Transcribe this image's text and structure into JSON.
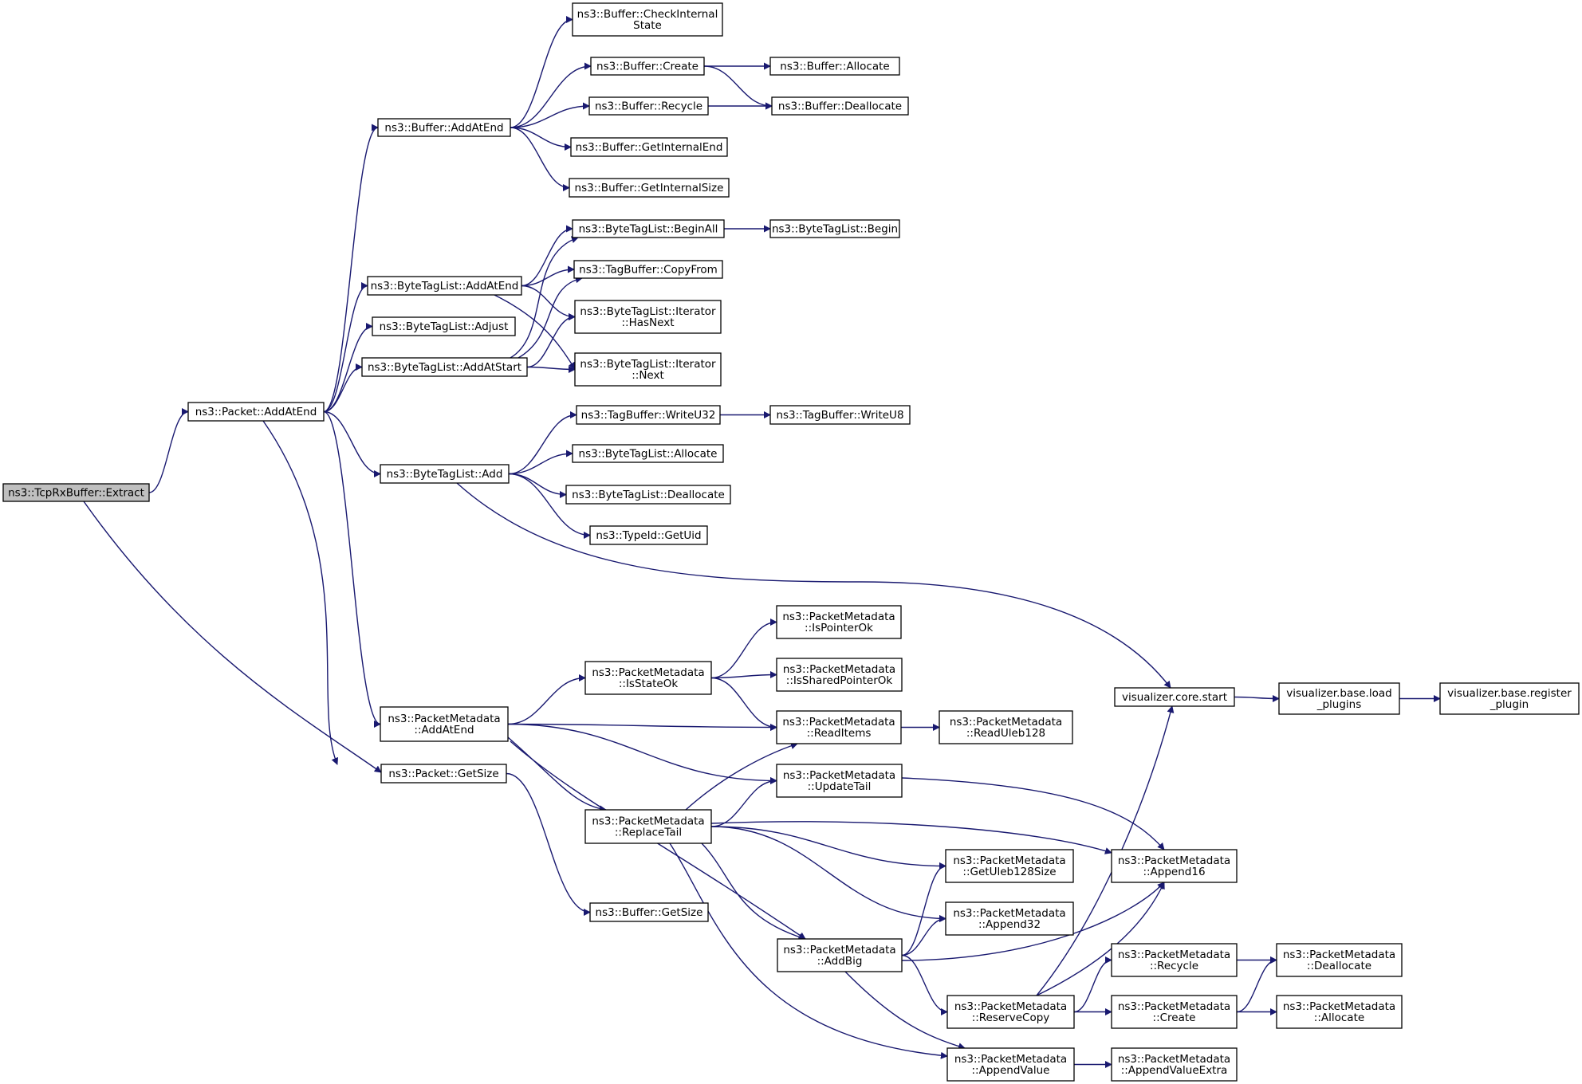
{
  "nodes": [
    {
      "id": "tcprx_extract",
      "lines": [
        "ns3::TcpRxBuffer::Extract"
      ],
      "root": true
    },
    {
      "id": "packet_addatend",
      "lines": [
        "ns3::Packet::AddAtEnd"
      ]
    },
    {
      "id": "packet_getsize",
      "lines": [
        "ns3::Packet::GetSize"
      ]
    },
    {
      "id": "buffer_addatend",
      "lines": [
        "ns3::Buffer::AddAtEnd"
      ]
    },
    {
      "id": "buffer_checkinternalstate",
      "lines": [
        "ns3::Buffer::CheckInternal",
        "State"
      ]
    },
    {
      "id": "buffer_create",
      "lines": [
        "ns3::Buffer::Create"
      ]
    },
    {
      "id": "buffer_allocate",
      "lines": [
        "ns3::Buffer::Allocate"
      ]
    },
    {
      "id": "buffer_recycle",
      "lines": [
        "ns3::Buffer::Recycle"
      ]
    },
    {
      "id": "buffer_deallocate",
      "lines": [
        "ns3::Buffer::Deallocate"
      ]
    },
    {
      "id": "buffer_getinternalend",
      "lines": [
        "ns3::Buffer::GetInternalEnd"
      ]
    },
    {
      "id": "buffer_getinternalsize",
      "lines": [
        "ns3::Buffer::GetInternalSize"
      ]
    },
    {
      "id": "btl_addatend",
      "lines": [
        "ns3::ByteTagList::AddAtEnd"
      ]
    },
    {
      "id": "btl_adjust",
      "lines": [
        "ns3::ByteTagList::Adjust"
      ]
    },
    {
      "id": "btl_addatstart",
      "lines": [
        "ns3::ByteTagList::AddAtStart"
      ]
    },
    {
      "id": "btl_beginall",
      "lines": [
        "ns3::ByteTagList::BeginAll"
      ]
    },
    {
      "id": "btl_begin",
      "lines": [
        "ns3::ByteTagList::Begin"
      ]
    },
    {
      "id": "tagbuffer_copyfrom",
      "lines": [
        "ns3::TagBuffer::CopyFrom"
      ]
    },
    {
      "id": "btl_iter_hasnext",
      "lines": [
        "ns3::ByteTagList::Iterator",
        "::HasNext"
      ]
    },
    {
      "id": "btl_iter_next",
      "lines": [
        "ns3::ByteTagList::Iterator",
        "::Next"
      ]
    },
    {
      "id": "btl_add",
      "lines": [
        "ns3::ByteTagList::Add"
      ]
    },
    {
      "id": "tagbuffer_writeu32",
      "lines": [
        "ns3::TagBuffer::WriteU32"
      ]
    },
    {
      "id": "tagbuffer_writeu8",
      "lines": [
        "ns3::TagBuffer::WriteU8"
      ]
    },
    {
      "id": "btl_allocate",
      "lines": [
        "ns3::ByteTagList::Allocate"
      ]
    },
    {
      "id": "btl_deallocate",
      "lines": [
        "ns3::ByteTagList::Deallocate"
      ]
    },
    {
      "id": "typeid_getuid",
      "lines": [
        "ns3::TypeId::GetUid"
      ]
    },
    {
      "id": "pm_addatend",
      "lines": [
        "ns3::PacketMetadata",
        "::AddAtEnd"
      ]
    },
    {
      "id": "pm_ispointerok",
      "lines": [
        "ns3::PacketMetadata",
        "::IsPointerOk"
      ]
    },
    {
      "id": "pm_isstateok",
      "lines": [
        "ns3::PacketMetadata",
        "::IsStateOk"
      ]
    },
    {
      "id": "pm_issharedpointerok",
      "lines": [
        "ns3::PacketMetadata",
        "::IsSharedPointerOk"
      ]
    },
    {
      "id": "pm_readitems",
      "lines": [
        "ns3::PacketMetadata",
        "::ReadItems"
      ]
    },
    {
      "id": "pm_readuleb128",
      "lines": [
        "ns3::PacketMetadata",
        "::ReadUleb128"
      ]
    },
    {
      "id": "pm_updatetail",
      "lines": [
        "ns3::PacketMetadata",
        "::UpdateTail"
      ]
    },
    {
      "id": "pm_replacetail",
      "lines": [
        "ns3::PacketMetadata",
        "::ReplaceTail"
      ]
    },
    {
      "id": "buffer_getsize",
      "lines": [
        "ns3::Buffer::GetSize"
      ]
    },
    {
      "id": "pm_getuleb128size",
      "lines": [
        "ns3::PacketMetadata",
        "::GetUleb128Size"
      ]
    },
    {
      "id": "pm_append16",
      "lines": [
        "ns3::PacketMetadata",
        "::Append16"
      ]
    },
    {
      "id": "pm_append32",
      "lines": [
        "ns3::PacketMetadata",
        "::Append32"
      ]
    },
    {
      "id": "pm_addbig",
      "lines": [
        "ns3::PacketMetadata",
        "::AddBig"
      ]
    },
    {
      "id": "pm_recycle",
      "lines": [
        "ns3::PacketMetadata",
        "::Recycle"
      ]
    },
    {
      "id": "pm_deallocate",
      "lines": [
        "ns3::PacketMetadata",
        "::Deallocate"
      ]
    },
    {
      "id": "pm_reservecopy",
      "lines": [
        "ns3::PacketMetadata",
        "::ReserveCopy"
      ]
    },
    {
      "id": "pm_create",
      "lines": [
        "ns3::PacketMetadata",
        "::Create"
      ]
    },
    {
      "id": "pm_allocate",
      "lines": [
        "ns3::PacketMetadata",
        "::Allocate"
      ]
    },
    {
      "id": "pm_appendvalue",
      "lines": [
        "ns3::PacketMetadata",
        "::AppendValue"
      ]
    },
    {
      "id": "pm_appendvalueextra",
      "lines": [
        "ns3::PacketMetadata",
        "::AppendValueExtra"
      ]
    },
    {
      "id": "vis_core_start",
      "lines": [
        "visualizer.core.start"
      ]
    },
    {
      "id": "vis_base_load_plugins",
      "lines": [
        "visualizer.base.load",
        "_plugins"
      ]
    },
    {
      "id": "vis_base_register_plugin",
      "lines": [
        "visualizer.base.register",
        "_plugin"
      ]
    }
  ],
  "edges": [
    [
      "tcprx_extract",
      "packet_addatend"
    ],
    [
      "tcprx_extract",
      "packet_getsize"
    ],
    [
      "packet_addatend",
      "buffer_addatend"
    ],
    [
      "packet_addatend",
      "btl_addatend"
    ],
    [
      "packet_addatend",
      "btl_adjust"
    ],
    [
      "packet_addatend",
      "btl_addatstart"
    ],
    [
      "packet_addatend",
      "btl_add"
    ],
    [
      "packet_addatend",
      "pm_addatend"
    ],
    [
      "packet_addatend",
      "packet_getsize"
    ],
    [
      "buffer_addatend",
      "buffer_checkinternalstate"
    ],
    [
      "buffer_addatend",
      "buffer_create"
    ],
    [
      "buffer_addatend",
      "buffer_recycle"
    ],
    [
      "buffer_addatend",
      "buffer_getinternalend"
    ],
    [
      "buffer_addatend",
      "buffer_getinternalsize"
    ],
    [
      "buffer_create",
      "buffer_allocate"
    ],
    [
      "buffer_create",
      "buffer_deallocate"
    ],
    [
      "buffer_recycle",
      "buffer_deallocate"
    ],
    [
      "btl_addatend",
      "btl_beginall"
    ],
    [
      "btl_addatend",
      "tagbuffer_copyfrom"
    ],
    [
      "btl_addatend",
      "btl_iter_hasnext"
    ],
    [
      "btl_addatend",
      "btl_iter_next"
    ],
    [
      "btl_addatstart",
      "btl_beginall"
    ],
    [
      "btl_addatstart",
      "tagbuffer_copyfrom"
    ],
    [
      "btl_addatstart",
      "btl_iter_hasnext"
    ],
    [
      "btl_addatstart",
      "btl_iter_next"
    ],
    [
      "btl_beginall",
      "btl_begin"
    ],
    [
      "btl_add",
      "tagbuffer_writeu32"
    ],
    [
      "btl_add",
      "btl_allocate"
    ],
    [
      "btl_add",
      "btl_deallocate"
    ],
    [
      "btl_add",
      "typeid_getuid"
    ],
    [
      "btl_add",
      "vis_core_start"
    ],
    [
      "tagbuffer_writeu32",
      "tagbuffer_writeu8"
    ],
    [
      "packet_getsize",
      "buffer_getsize"
    ],
    [
      "pm_addatend",
      "pm_isstateok"
    ],
    [
      "pm_addatend",
      "pm_readitems"
    ],
    [
      "pm_addatend",
      "pm_updatetail"
    ],
    [
      "pm_addatend",
      "pm_replacetail"
    ],
    [
      "pm_addatend",
      "pm_addbig"
    ],
    [
      "pm_isstateok",
      "pm_ispointerok"
    ],
    [
      "pm_isstateok",
      "pm_issharedpointerok"
    ],
    [
      "pm_isstateok",
      "pm_readitems"
    ],
    [
      "pm_readitems",
      "pm_readuleb128"
    ],
    [
      "pm_updatetail",
      "pm_append16"
    ],
    [
      "pm_replacetail",
      "pm_readitems"
    ],
    [
      "pm_replacetail",
      "pm_updatetail"
    ],
    [
      "pm_replacetail",
      "pm_append16"
    ],
    [
      "pm_replacetail",
      "pm_getuleb128size"
    ],
    [
      "pm_replacetail",
      "pm_append32"
    ],
    [
      "pm_replacetail",
      "pm_addbig"
    ],
    [
      "pm_replacetail",
      "pm_appendvalue"
    ],
    [
      "pm_addbig",
      "pm_getuleb128size"
    ],
    [
      "pm_addbig",
      "pm_append32"
    ],
    [
      "pm_addbig",
      "pm_append16"
    ],
    [
      "pm_addbig",
      "pm_reservecopy"
    ],
    [
      "pm_addbig",
      "pm_appendvalue"
    ],
    [
      "pm_reservecopy",
      "vis_core_start"
    ],
    [
      "pm_reservecopy",
      "pm_append16"
    ],
    [
      "pm_reservecopy",
      "pm_recycle"
    ],
    [
      "pm_reservecopy",
      "pm_create"
    ],
    [
      "pm_recycle",
      "pm_deallocate"
    ],
    [
      "pm_create",
      "pm_deallocate"
    ],
    [
      "pm_create",
      "pm_allocate"
    ],
    [
      "pm_appendvalue",
      "pm_appendvalueextra"
    ],
    [
      "vis_core_start",
      "vis_base_load_plugins"
    ],
    [
      "vis_base_load_plugins",
      "vis_base_register_plugin"
    ]
  ],
  "colors": {
    "edge": "#191970",
    "root_fill": "#bfbfbf",
    "node_fill": "#ffffff",
    "node_border": "#000000"
  }
}
